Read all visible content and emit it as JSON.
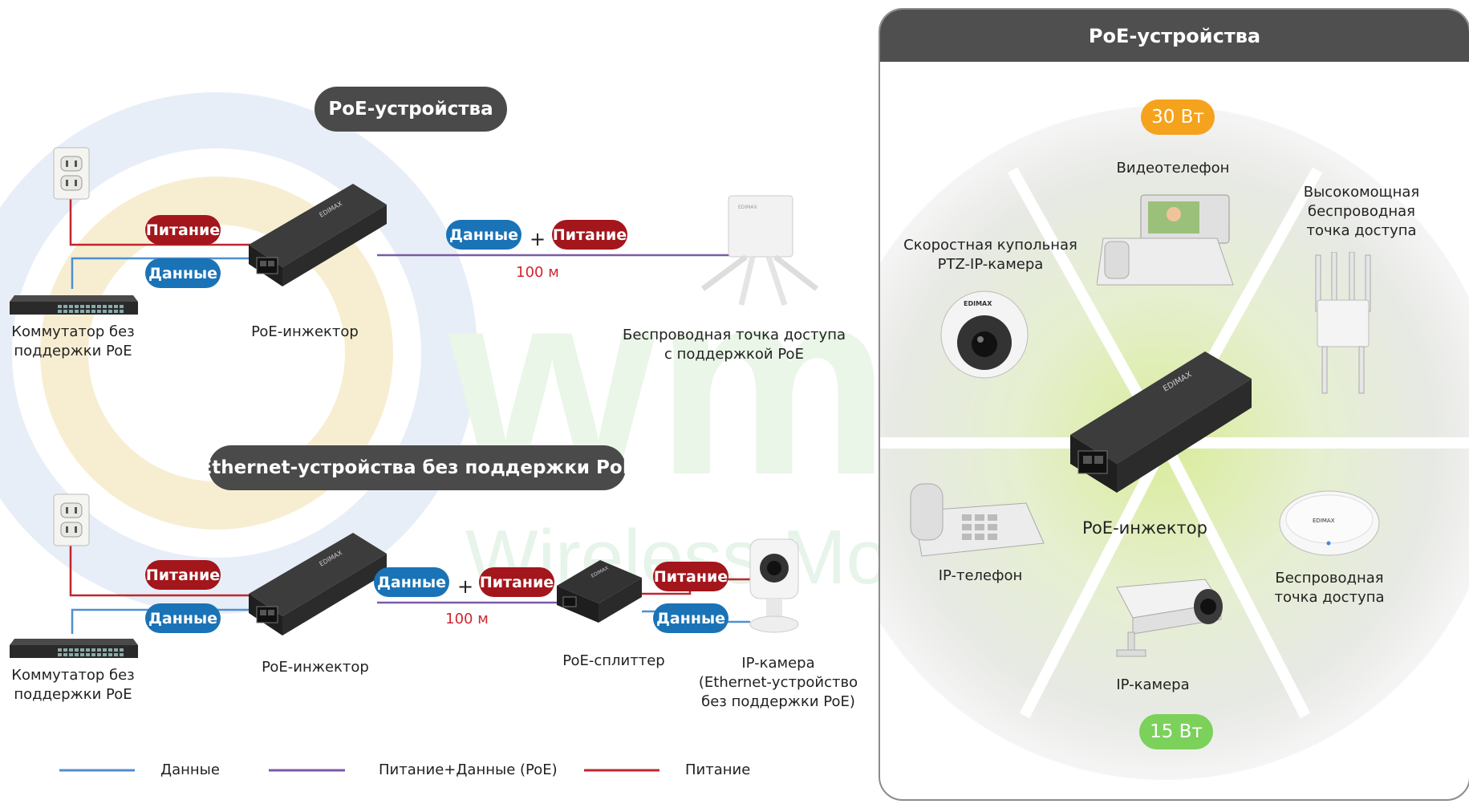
{
  "left": {
    "title_poe": "PoE-устройства",
    "title_ethernet": "Ethernet-устройства без поддержки PoE",
    "badges": {
      "power": "Питание",
      "data": "Данные",
      "plus": "+"
    },
    "distance": "100 м",
    "top": {
      "switch_label": "Коммутатор без\nподдержки PoE",
      "injector_label": "PoE-инжектор",
      "ap_label": "Беспроводная точка доступа\nс поддержкой PoE"
    },
    "bottom": {
      "switch_label": "Коммутатор без\nподдержки PoE",
      "injector_label": "PoE-инжектор",
      "splitter_label": "PoE-сплиттер",
      "camera_label": "IP-камера\n(Ethernet-устройство\nбез поддержки PoE)"
    },
    "legend": {
      "data": "Данные",
      "poe": "Питание+Данные (PoE)",
      "power": "Питание"
    }
  },
  "right": {
    "title": "PoE-устройства",
    "watt_high": "30 Вт",
    "watt_low": "15 Вт",
    "center": "PoE-инжектор",
    "devices": {
      "videophone": "Видеотелефон",
      "ptz_camera": "Скоростная купольная\nPTZ-IP-камера",
      "hp_ap": "Высокомощная\nбеспроводная\nточка доступа",
      "ip_phone": "IP-телефон",
      "ap": "Беспроводная\nточка доступа",
      "ip_camera": "IP-камера"
    }
  },
  "watermark": {
    "text": "Wireless Mobile Devices"
  },
  "colors": {
    "data_line": "#4f8fd0",
    "power_line": "#c0262d",
    "poe_line": "#7a5aa6",
    "badge_red": "#a3161c",
    "badge_blue": "#1a73b6",
    "pill_dark": "#4a4a4a",
    "watt_high": "#f5a31c",
    "watt_low": "#7bd15a"
  },
  "icons": {
    "switch": "network-switch-icon",
    "outlet": "power-outlet-icon",
    "injector": "poe-injector-icon",
    "splitter": "poe-splitter-icon",
    "ap": "wireless-access-point-icon",
    "camera": "ip-camera-icon",
    "phone": "ip-phone-icon",
    "videophone": "videophone-icon",
    "dome": "dome-camera-icon"
  }
}
